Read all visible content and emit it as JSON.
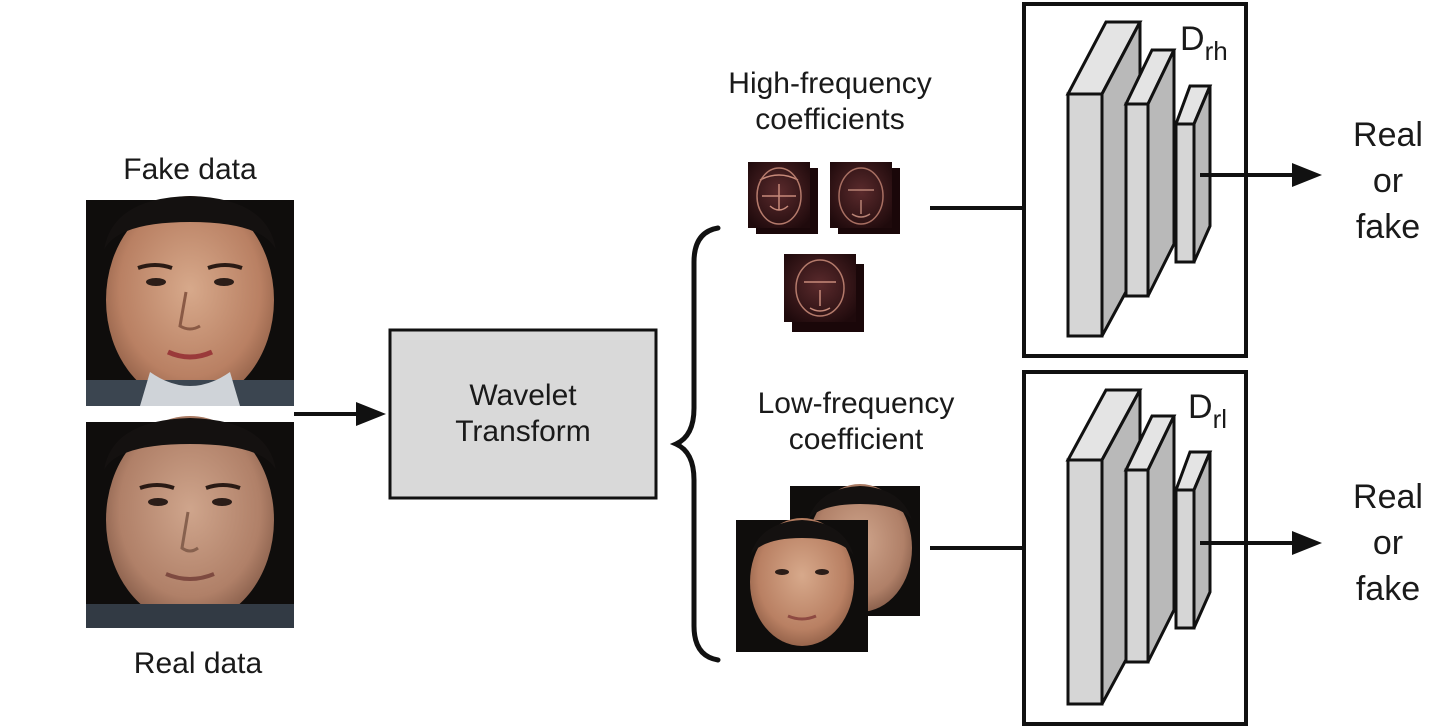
{
  "labels": {
    "fake_data": "Fake data",
    "real_data": "Real data",
    "wavelet_line1": "Wavelet",
    "wavelet_line2": "Transform",
    "high_freq_line1": "High-frequency",
    "high_freq_line2": "coefficients",
    "low_freq_line1": "Low-frequency",
    "low_freq_line2": "coefficient",
    "disc_high_base": "D",
    "disc_high_sub": "rh",
    "disc_low_base": "D",
    "disc_low_sub": "rl",
    "out_high_line1": "Real",
    "out_high_line2": "or",
    "out_high_line3": "fake",
    "out_low_line1": "Real",
    "out_low_line2": "or",
    "out_low_line3": "fake"
  },
  "colors": {
    "box_fill": "#d9d9d9",
    "layer_fill": "#d6d6d6",
    "stroke": "#111111",
    "coef_bg": "#2a0d10",
    "face_skin": "#c99576",
    "hair": "#161210"
  }
}
